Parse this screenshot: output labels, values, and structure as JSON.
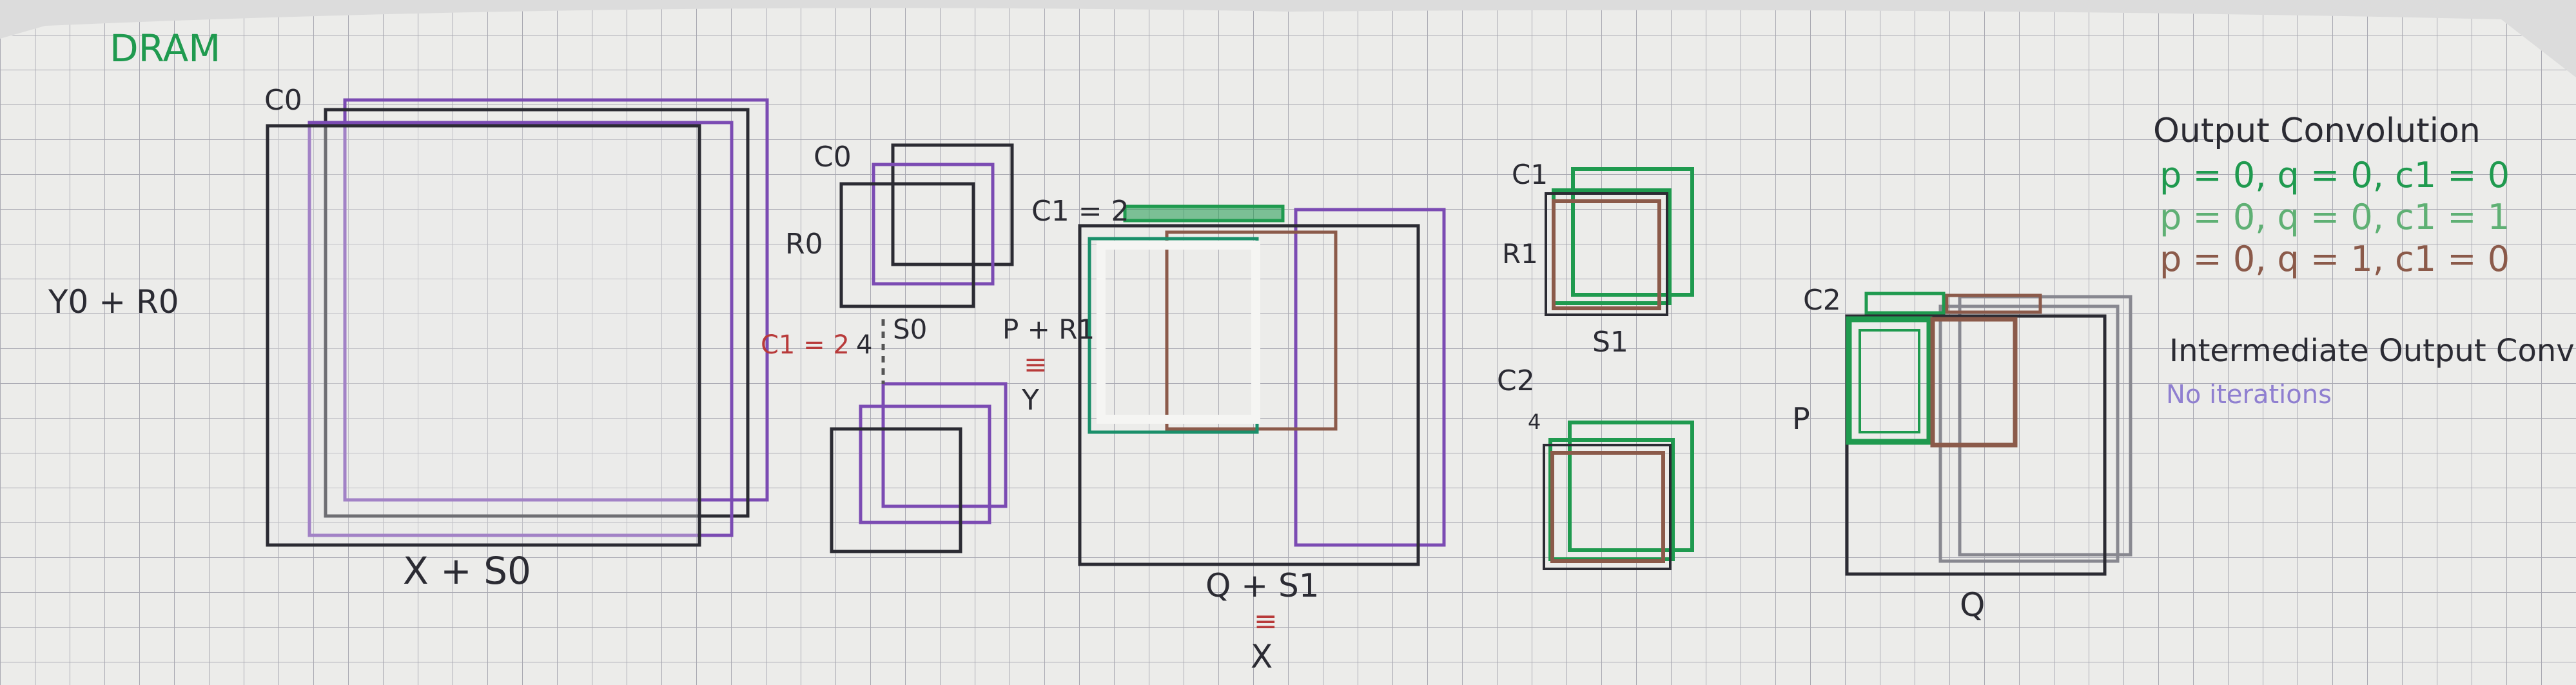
{
  "colors": {
    "paper": "#ececea",
    "grid": "#a9a9b2",
    "ink": "#2b2b33",
    "purple": "#7b4bb3",
    "green": "#1f9a4f",
    "teal": "#1a8f6a",
    "brown": "#8b5a4a",
    "gray_ink": "#888890",
    "light_purple": "#8f7fd0",
    "red": "#b83a3a"
  },
  "dram_label": "DRAM",
  "input": {
    "channel_label": "C0",
    "height_label": "Y0 + R0",
    "width_label": "X + S0"
  },
  "weights0": {
    "channel_label": "C0",
    "height_label": "R0",
    "width_label": "S0",
    "count_label": "C1 = 2",
    "count_num": "4"
  },
  "mid": {
    "channel_label": "C1 = 2",
    "height_label": "P + R1",
    "equiv": "≡",
    "height_alias": "Y",
    "width_label": "Q + S1",
    "width_equiv": "≡",
    "width_alias": "X"
  },
  "weights1": {
    "channel_label": "C1",
    "height_label": "R1",
    "width_label": "S1"
  },
  "weights2": {
    "channel_label": "C2",
    "count_num": "4"
  },
  "output": {
    "channel_label": "C2",
    "height_label": "P",
    "width_label": "Q"
  },
  "notes": {
    "output_title": "Output Convolution",
    "iterations": [
      "p = 0, q = 0, c1 = 0",
      "p = 0, q = 0, c1 = 1",
      "p = 0, q = 1, c1 = 0"
    ],
    "intermediate_title": "Intermediate Output Conv",
    "no_iterations": "No iterations"
  }
}
